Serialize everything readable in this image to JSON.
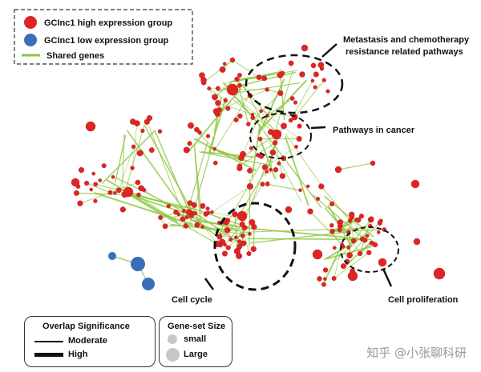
{
  "legend": {
    "high_label": "GCInc1 high expression group",
    "low_label": "GCInc1 low expression group",
    "shared_label": "Shared genes",
    "high_color": "#e02424",
    "low_color": "#3a6fb8",
    "shared_color": "#8cc63f"
  },
  "annotations": {
    "metastasis_line1": "Metastasis and chemotherapy",
    "metastasis_line2": "resistance related pathways",
    "pathways_cancer": "Pathways in cancer",
    "cell_cycle": "Cell cycle",
    "cell_proliferation": "Cell proliferation"
  },
  "overlap_box": {
    "title": "Overlap Significance",
    "moderate": "Moderate",
    "high": "High"
  },
  "size_box": {
    "title": "Gene-set Size",
    "small": "small",
    "large": "Large"
  },
  "watermark": "知乎 @小张聊科研"
}
